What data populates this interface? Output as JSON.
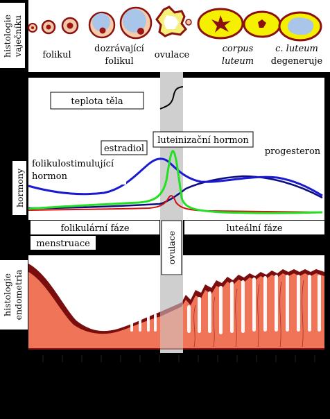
{
  "ovary": {
    "section_label": [
      "histologie",
      "vaječníku"
    ],
    "stages": [
      {
        "line1": "folikul",
        "line2": "",
        "italic": false
      },
      {
        "line1": "dozrávající",
        "line2": "folikul",
        "italic": false
      },
      {
        "line1": "ovulace",
        "line2": "",
        "italic": false
      },
      {
        "line1": "corpus",
        "line2": "luteum",
        "italic": true
      },
      {
        "line1": "c. luteum",
        "line2": "degeneruje",
        "italic_first": true
      }
    ]
  },
  "hormones": {
    "section_label": "hormony",
    "temperature_label": "teplota těla",
    "estradiol_label": "estradiol",
    "lh_label": "luteinizační hormon",
    "fsh_label": [
      "folikulostimulující",
      "hormon"
    ],
    "progesterone_label": "progesteron"
  },
  "phases": {
    "follicular": "folikulární fáze",
    "menstruation": "menstruace",
    "ovulation": "ovulace",
    "luteal": "luteální fáze"
  },
  "endometrium": {
    "section_label": [
      "histologie",
      "endometria"
    ]
  },
  "colors": {
    "fsh": "#1a1ad0",
    "lh": "#22e022",
    "estradiol": "#d01010",
    "progesterone": "#0d0d80",
    "temperature": "#000000",
    "tissue": "#f07458",
    "tissue_dark": "#7a0d0d",
    "ovulation_band": "#cfcfcf"
  }
}
